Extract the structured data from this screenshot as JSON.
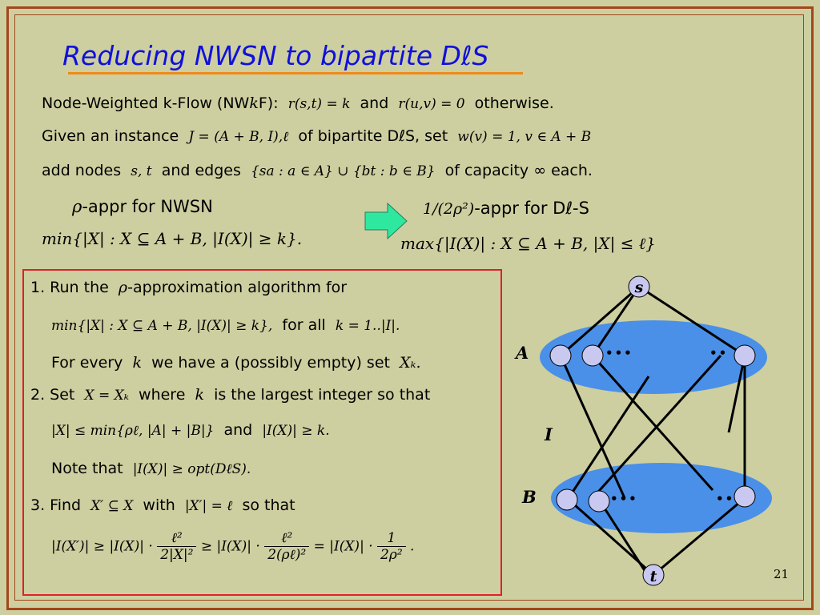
{
  "slide": {
    "title": "Reducing NWSN to bipartite DℓS",
    "page_number": "21"
  },
  "intro": {
    "l1_a": "Node-Weighted k-Flow (NW",
    "l1_k": "k",
    "l1_b": "F):",
    "l1_m1": "r(s,t) = k",
    "l1_and": "and",
    "l1_m2": "r(u,v) = 0",
    "l1_c": "otherwise.",
    "l2_a": "Given an instance",
    "l2_m1": "J = (A + B, I),ℓ",
    "l2_b": "of bipartite DℓS, set",
    "l2_m2": "w(v) = 1,  v ∈ A + B",
    "l3_a": "add nodes",
    "l3_m1": "s, t",
    "l3_b": "and edges",
    "l3_m2": "{sa : a ∈ A} ∪ {bt : b ∈ B}",
    "l3_c": "of capacity ∞ each."
  },
  "left_problem": {
    "rho": "ρ",
    "label": "-appr for NWSN",
    "formula": "min{|X| : X ⊆ A + B, |I(X)| ≥ k}."
  },
  "right_problem": {
    "ratio": "1/(2ρ²)",
    "label": "-appr for Dℓ-S",
    "formula": "max{|I(X)| : X ⊆ A + B, |X| ≤ ℓ}"
  },
  "steps": {
    "s1_a": "1. Run the",
    "s1_rho": "ρ",
    "s1_b": "-approximation algorithm for",
    "s1_formula": "min{|X| : X ⊆ A + B, |I(X)| ≥ k},",
    "s1_c": "for all",
    "s1_range": "k = 1..|I|.",
    "s1_d": "For every",
    "s1_k": "k",
    "s1_e": "we have a (possibly empty) set",
    "s1_xk": "Xₖ.",
    "s2_a": "2. Set",
    "s2_m": "X = Xₖ",
    "s2_b": "where",
    "s2_k": "k",
    "s2_c": "is the largest integer so that",
    "s2_f1": "|X| ≤ min{ρℓ, |A| + |B|}",
    "s2_and": "and",
    "s2_f2": "|I(X)| ≥ k.",
    "s2_note": "Note that",
    "s2_f3": "|I(X)| ≥ opt(DℓS).",
    "s3_a": "3. Find",
    "s3_m1": "X′ ⊆ X",
    "s3_b": "with",
    "s3_m2": "|X′| = ℓ",
    "s3_c": "so that",
    "s3_lhs": "|I(X′)| ≥ |I(X)| ·",
    "s3_f1n": "ℓ²",
    "s3_f1d": "2|X|²",
    "s3_mid": "≥ |I(X)| ·",
    "s3_f2n": "ℓ²",
    "s3_f2d": "2(ρℓ)²",
    "s3_eq": "= |I(X)| ·",
    "s3_f3n": "1",
    "s3_f3d": "2ρ²",
    "s3_end": "."
  },
  "graph": {
    "s": "s",
    "t": "t",
    "A": "A",
    "B": "B",
    "I": "I",
    "dots_a1": "•••",
    "dots_a2": "••",
    "dots_b1": "•••",
    "dots_b2": "••",
    "colors": {
      "ellipse": "#4a90e8",
      "node": "#c8c8f0",
      "edge": "#000000"
    }
  }
}
